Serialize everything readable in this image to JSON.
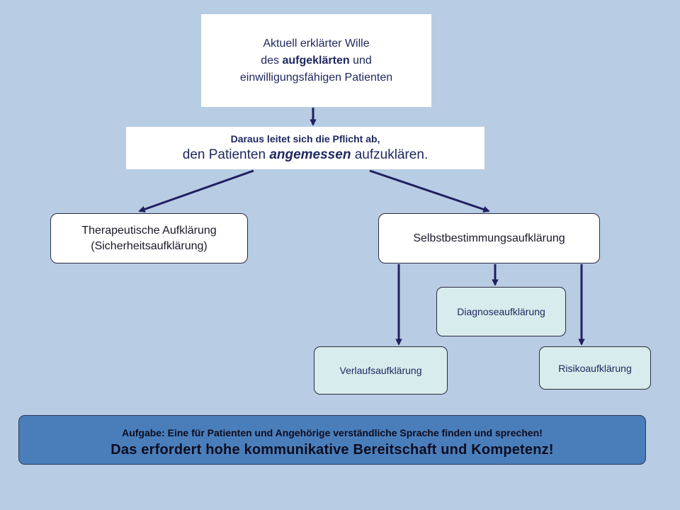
{
  "top_box": {
    "line1": "Aktuell erklärter Wille",
    "line2_pre": "des ",
    "line2_bold": "aufgeklärten",
    "line2_post": " und",
    "line3": "einwilligungsfähigen Patienten"
  },
  "duty_box": {
    "line1": "Daraus leitet sich die Pflicht ab,",
    "line2_pre": "den Patienten ",
    "line2_emph": "angemessen",
    "line2_post": " aufzuklären."
  },
  "therapeutic": {
    "line1": "Therapeutische Aufklärung",
    "line2": "(Sicherheitsaufklärung)"
  },
  "self_determination": {
    "label": "Selbstbestimmungsaufklärung"
  },
  "sub_boxes": {
    "diagnose": "Diagnoseaufklärung",
    "verlauf": "Verlaufsaufklärung",
    "risiko": "Risikoaufklärung"
  },
  "footer": {
    "line1": "Aufgabe: Eine für Patienten und Angehörige verständliche Sprache finden und sprechen!",
    "line2": "Das erfordert hohe kommunikative Bereitschaft und Kompetenz!"
  },
  "colors": {
    "background": "#b8cce4",
    "arrow": "#1f2060",
    "sub_box_fill": "#d7ecec",
    "footer_fill": "#4a7ebb"
  }
}
